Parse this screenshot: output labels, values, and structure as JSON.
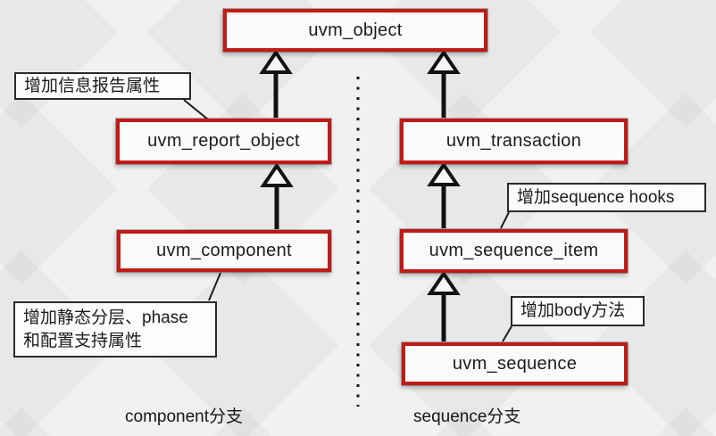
{
  "diagram": {
    "type": "uml-class-inheritance",
    "classes": {
      "object": {
        "label": "uvm_object"
      },
      "report_object": {
        "label": "uvm_report_object"
      },
      "component": {
        "label": "uvm_component"
      },
      "transaction": {
        "label": "uvm_transaction"
      },
      "sequence_item": {
        "label": "uvm_sequence_item"
      },
      "sequence": {
        "label": "uvm_sequence"
      }
    },
    "relations": [
      {
        "child": "uvm_report_object",
        "parent": "uvm_object",
        "type": "inheritance"
      },
      {
        "child": "uvm_component",
        "parent": "uvm_report_object",
        "type": "inheritance"
      },
      {
        "child": "uvm_transaction",
        "parent": "uvm_object",
        "type": "inheritance"
      },
      {
        "child": "uvm_sequence_item",
        "parent": "uvm_transaction",
        "type": "inheritance"
      },
      {
        "child": "uvm_sequence",
        "parent": "uvm_sequence_item",
        "type": "inheritance"
      }
    ],
    "annotations": {
      "report_note": {
        "text": "增加信息报告属性",
        "target": "uvm_report_object"
      },
      "component_note": {
        "line1": "增加静态分层、phase",
        "line2": "和配置支持属性",
        "target": "uvm_component"
      },
      "sequence_item_note": {
        "text": "增加sequence hooks",
        "target": "uvm_sequence_item"
      },
      "sequence_note": {
        "text": "增加body方法",
        "target": "uvm_sequence"
      }
    },
    "branches": {
      "component": {
        "label": "component分支"
      },
      "sequence": {
        "label": "sequence分支"
      }
    },
    "separator": {
      "style": "dotted",
      "orientation": "vertical"
    },
    "colors": {
      "class_box_border": "#c01b16",
      "class_box_fill": "#fbfbfb",
      "annotation_border": "#2a2a2a",
      "annotation_fill": "#fcfcfc",
      "line": "#161616",
      "background": "#f1f1f1"
    }
  }
}
